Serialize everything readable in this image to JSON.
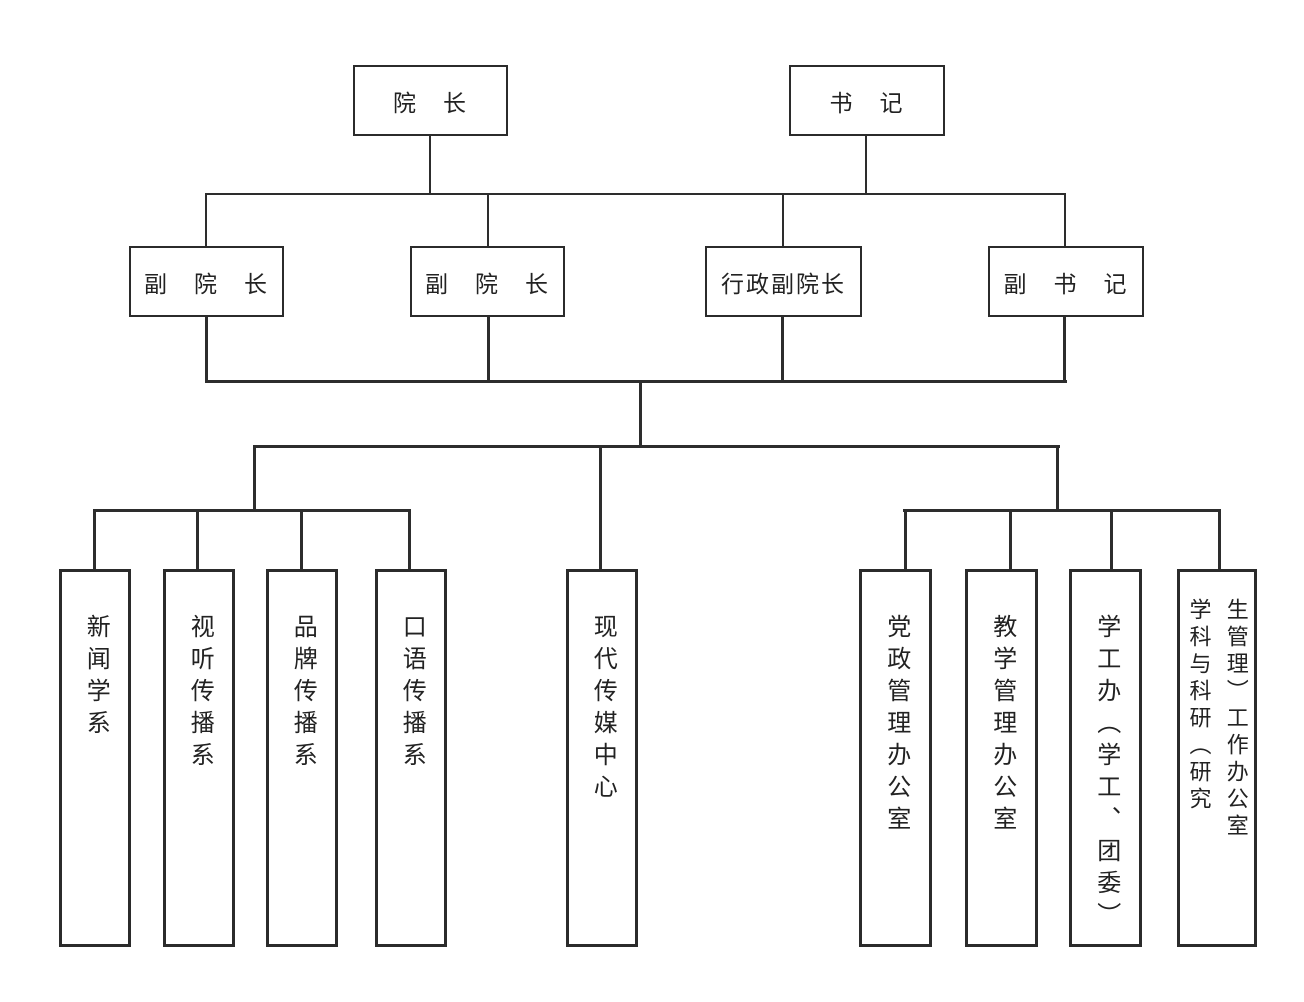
{
  "org_chart": {
    "level1": [
      {
        "label": "院　长"
      },
      {
        "label": "书　记"
      }
    ],
    "level2": [
      {
        "label": "副　院　长"
      },
      {
        "label": "副　院　长"
      },
      {
        "label": "行政副院长"
      },
      {
        "label": "副　书　记"
      }
    ],
    "level3_departments": [
      {
        "label": "新闻学系"
      },
      {
        "label": "视听传播系"
      },
      {
        "label": "品牌传播系"
      },
      {
        "label": "口语传播系"
      }
    ],
    "level3_center": {
      "label": "现代传媒中心"
    },
    "level3_offices": [
      {
        "label": "党政管理办公室"
      },
      {
        "label": "教学管理办公室"
      },
      {
        "label": "学工办（学工、团委）"
      },
      {
        "label": "学科与科研（研究生管理）工作办公室",
        "column1": "学科与科研（研究",
        "column2": "生管理）工作办公室"
      }
    ]
  }
}
